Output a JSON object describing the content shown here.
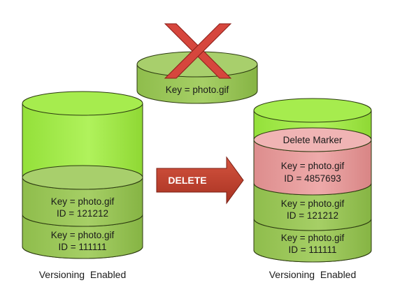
{
  "colors": {
    "cylinder_fill": "#9cc957",
    "cylinder_top": "#b5d97a",
    "bucket_glow": "#a7ee4c",
    "cylinder_stroke": "#2c3a10",
    "marker_fill": "#e79a9a",
    "marker_top": "#f2b9b9",
    "arrow_fill": "#c0392b",
    "x_fill": "#d6463d"
  },
  "deleted_object": {
    "key_label": "Key = photo.gif",
    "icon": "delete-x-icon"
  },
  "arrow": {
    "label": "DELETE",
    "icon": "right-arrow-icon"
  },
  "left_bucket": {
    "caption": "Versioning  Enabled",
    "versions": [
      {
        "key": "Key = photo.gif",
        "id": "ID = 121212"
      },
      {
        "key": "Key = photo.gif",
        "id": "ID = 111111"
      }
    ]
  },
  "right_bucket": {
    "caption": "Versioning  Enabled",
    "delete_marker": {
      "title": "Delete Marker",
      "key": "Key = photo.gif",
      "id": "ID = 4857693"
    },
    "versions": [
      {
        "key": "Key = photo.gif",
        "id": "ID = 121212"
      },
      {
        "key": "Key = photo.gif",
        "id": "ID = 111111"
      }
    ]
  }
}
